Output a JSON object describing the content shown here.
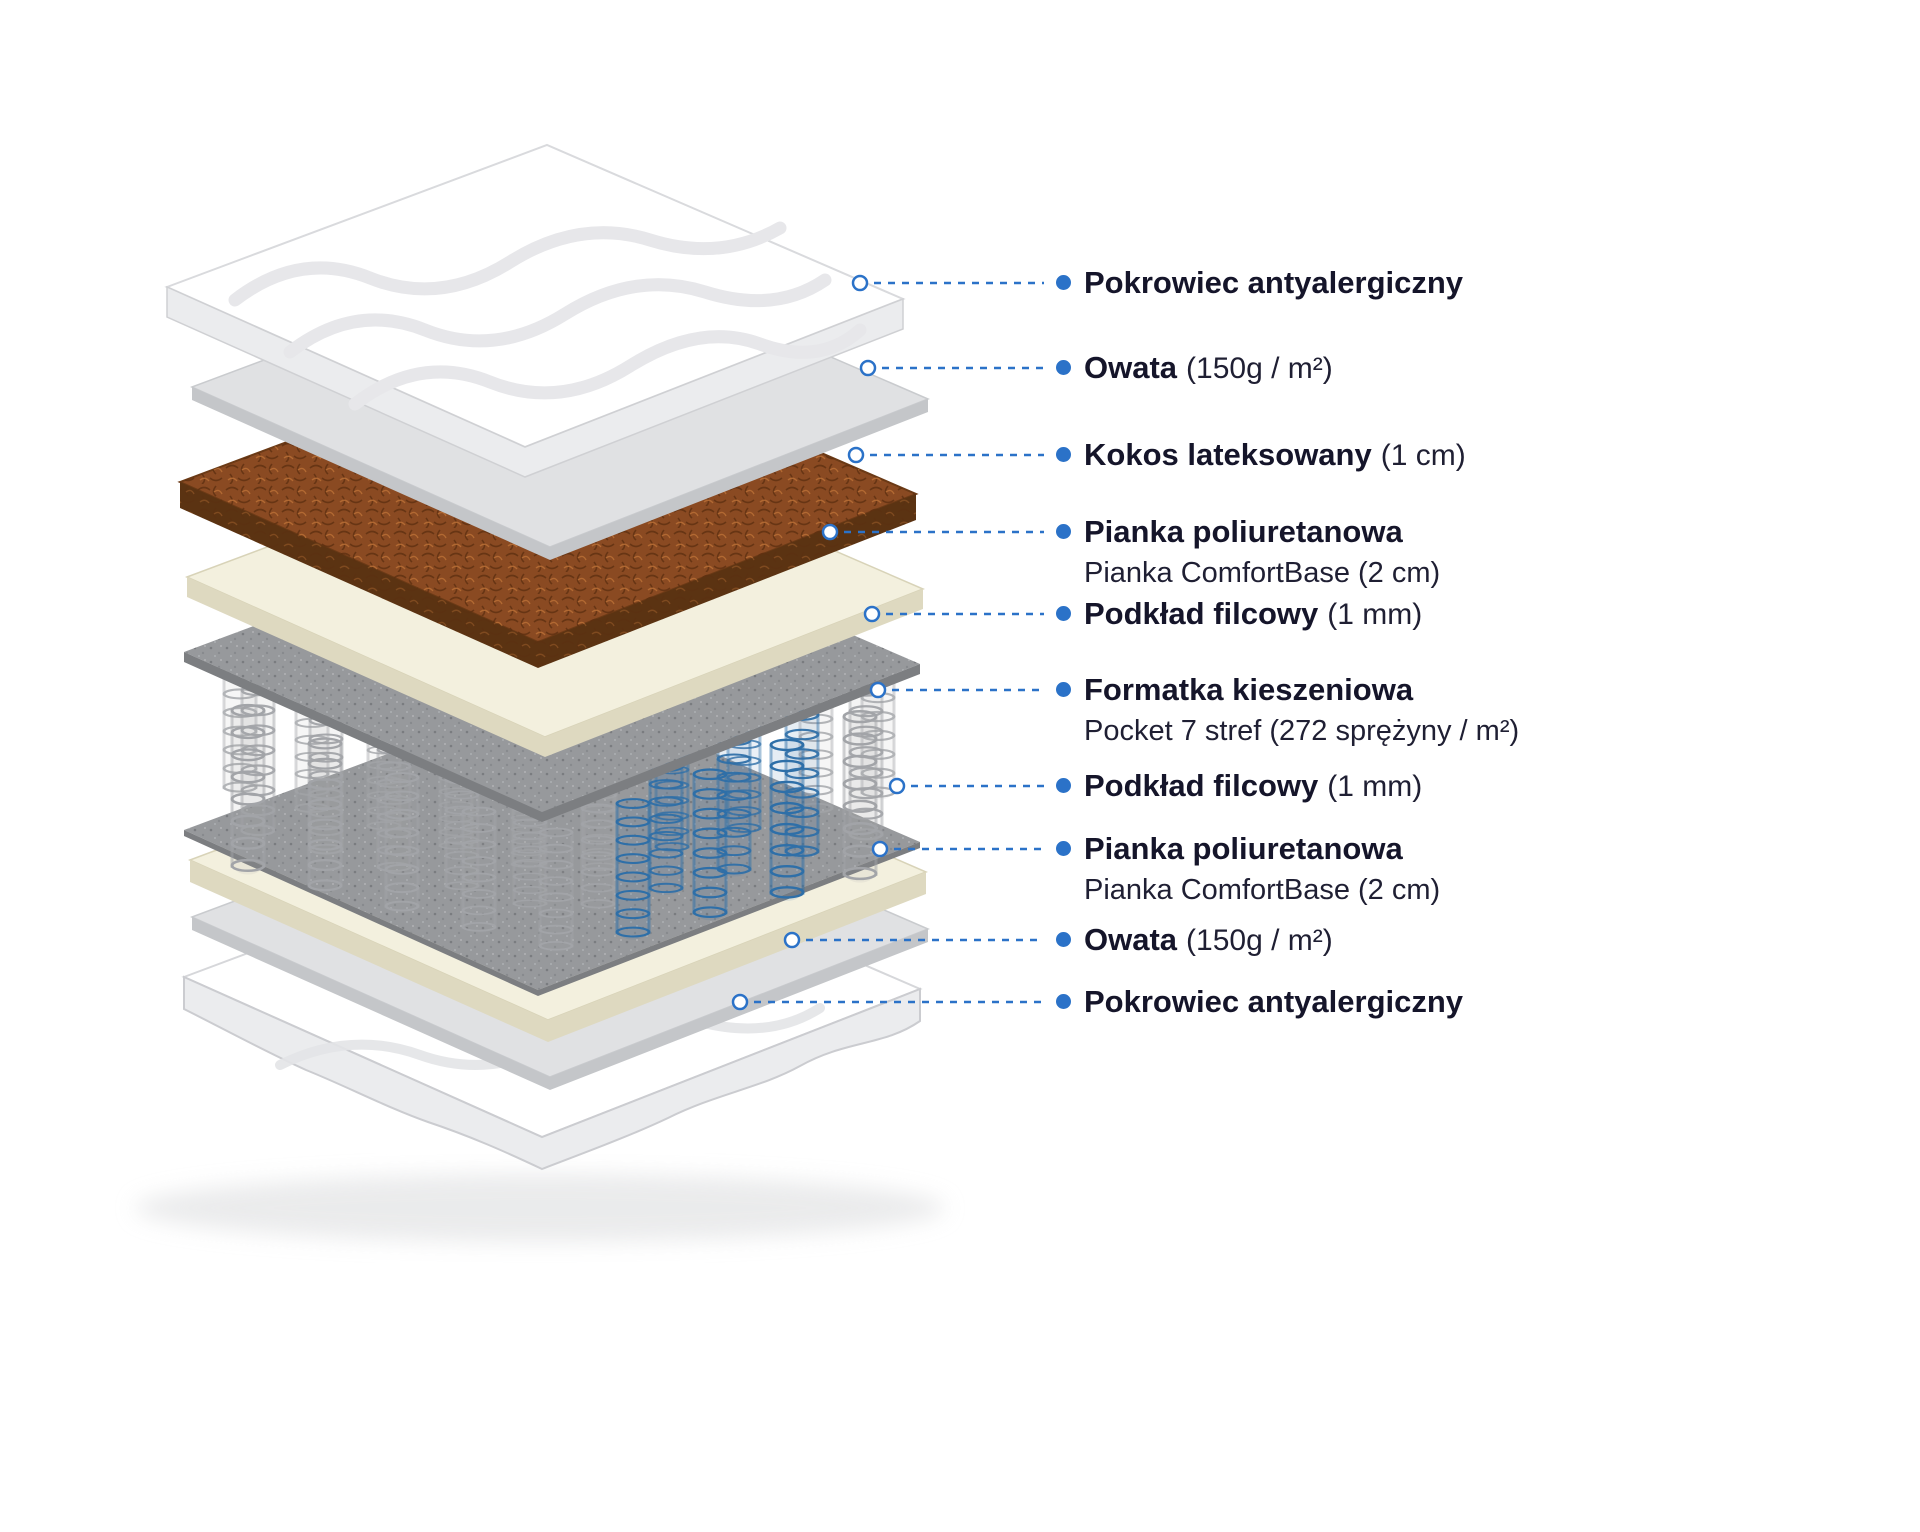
{
  "accent": "#2b72c8",
  "text_color": "#15152a",
  "background": "#ffffff",
  "diagram": {
    "name": "mattress-exploded-layers",
    "colors": {
      "cover_top": "#ffffff",
      "cover_side": "#ebecee",
      "owata_top": "#e0e1e3",
      "owata_side": "#c4c6c9",
      "kokos_top": "#8a4a22",
      "kokos_side": "#5b3312",
      "foam_top": "#f3f0de",
      "foam_side": "#ded9c0",
      "felt_top": "#97999c",
      "felt_side": "#7c7e81",
      "spring_silver": "#a2a4a8",
      "spring_blue": "#2e6fa8"
    },
    "labels": [
      {
        "title": "Pokrowiec antyalergiczny"
      },
      {
        "title": "Owata",
        "detail": "(150g / m²)"
      },
      {
        "title": "Kokos lateksowany",
        "detail": "(1 cm)"
      },
      {
        "title": "Pianka poliuretanowa",
        "subtitle": "Pianka ComfortBase (2 cm)"
      },
      {
        "title": "Podkład filcowy",
        "detail": "(1 mm)"
      },
      {
        "title": "Formatka kieszeniowa",
        "subtitle": "Pocket 7 stref (272 sprężyny / m²)"
      },
      {
        "title": "Podkład filcowy",
        "detail": "(1 mm)"
      },
      {
        "title": "Pianka poliuretanowa",
        "subtitle": "Pianka ComfortBase (2 cm)"
      },
      {
        "title": "Owata",
        "detail": "(150g / m²)"
      },
      {
        "title": "Pokrowiec antyalergiczny"
      }
    ]
  }
}
